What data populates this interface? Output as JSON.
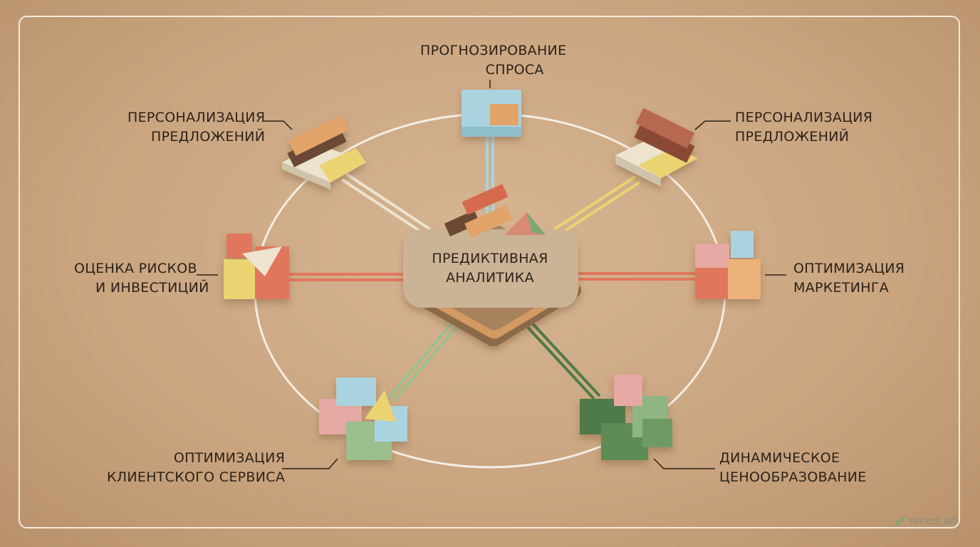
{
  "center": {
    "line1": "ПРЕДИКТИВНАЯ",
    "line2": "АНАЛИТИКА"
  },
  "nodes": {
    "top": {
      "line1": "ПРОГНОЗИРОВАНИЕ",
      "line2": "СПРОСА"
    },
    "top_left": {
      "line1": "ПЕРСОНАЛИЗАЦИЯ",
      "line2": "ПРЕДЛОЖЕНИЙ"
    },
    "top_right": {
      "line1": "ПЕРСОНАЛИЗАЦИЯ",
      "line2": "ПРЕДЛОЖЕНИЙ"
    },
    "left": {
      "line1": "ОЦЕНКА РИСКОВ",
      "line2": "И ИНВЕСТИЦИЙ"
    },
    "right": {
      "line1": "ОПТИМИЗАЦИЯ",
      "line2": "МАРКЕТИНГА"
    },
    "bottom_left": {
      "line1": "ОПТИМИЗАЦИЯ",
      "line2": "КЛИЕНТСКОГО СЕРВИСА"
    },
    "bottom_right": {
      "line1": "ДИНАМИЧЕСКОЕ",
      "line2": "ЦЕНООБРАЗОВАНИЕ"
    }
  },
  "brand": {
    "name": "rocket lab",
    "icon": "rocket-icon"
  },
  "colors": {
    "background": "#c9a47f",
    "blue": "#a9d3df",
    "yellow": "#ecd372",
    "coral": "#e0775c",
    "pink": "#e6a9a3",
    "green": "#6f9a63",
    "sage": "#9cbf8f",
    "wafer": "#e3a46a",
    "cream": "#ede3cf"
  }
}
